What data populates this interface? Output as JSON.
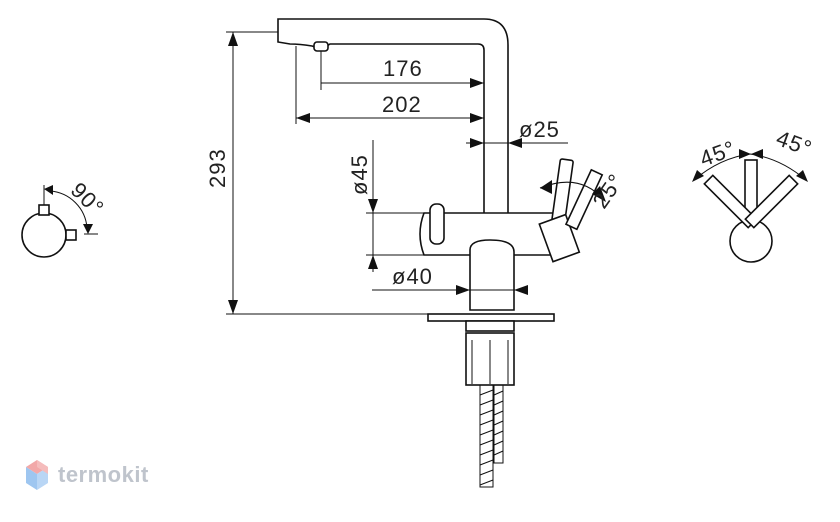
{
  "dimensions": {
    "spout_reach_inner": "176",
    "spout_reach_outer": "202",
    "spout_diameter": "ø25",
    "body_diameter": "ø45",
    "base_diameter": "ø40",
    "total_height": "293",
    "lever_angle": "25°",
    "side_angle": "90°",
    "top_angle_left": "45°",
    "top_angle_right": "45°"
  },
  "logo": {
    "text": "termokit",
    "colors": {
      "top": "#f2a8a8",
      "bottom": "#9ec6f0",
      "text": "#bfc4cc"
    }
  }
}
